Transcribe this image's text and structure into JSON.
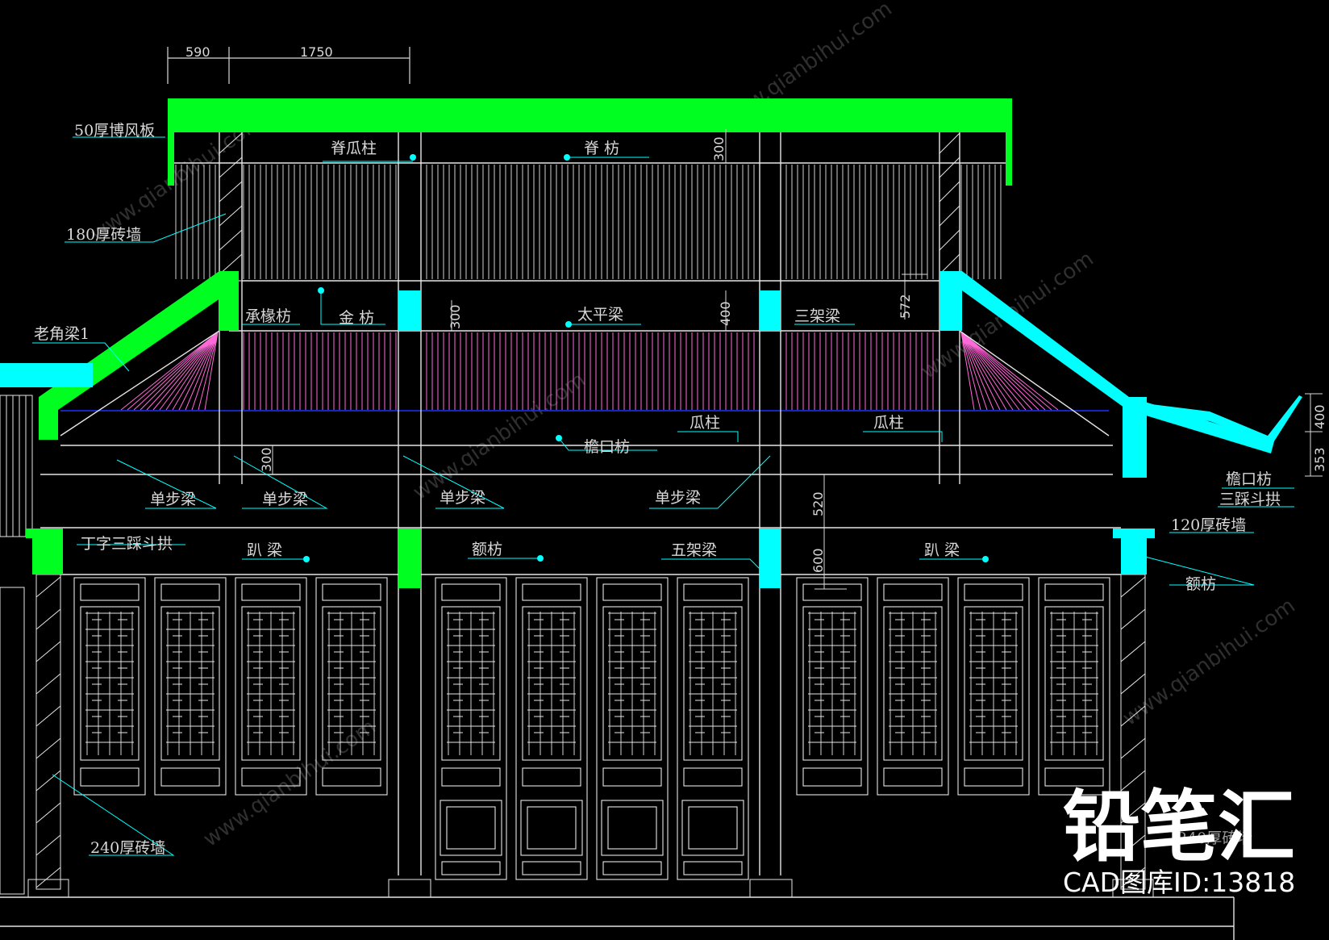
{
  "dimensions": {
    "d590": "590",
    "d1750": "1750",
    "d300a": "300",
    "d300b": "300",
    "d300c": "300",
    "d400a": "400",
    "d572": "572",
    "d520": "520",
    "d600": "600",
    "d400b": "400",
    "d353": "353"
  },
  "labels": {
    "bofengban": "50厚博风板",
    "wall180": "180厚砖墙",
    "laojiaoliang": "老角梁1",
    "jiguazhu": "脊瓜柱",
    "jifang": "脊 枋",
    "chengchuanfang": "承椽枋",
    "jinfang": "金 枋",
    "taipingliang": "太平梁",
    "sanjialiang": "三架梁",
    "guazhu1": "瓜柱",
    "guazhu2": "瓜柱",
    "yankoufang_mid": "檐口枋",
    "danbu1": "单步梁",
    "danbu2": "单步梁",
    "danbu3": "单步梁",
    "danbu4": "单步梁",
    "dingzi": "丁字三踩斗拱",
    "paliang1": "趴 梁",
    "efang_mid": "额枋",
    "wujialiang": "五架梁",
    "paliang2": "趴 梁",
    "yankoufang_r": "檐口枋",
    "sancai_r": "三踩斗拱",
    "wall120": "120厚砖墙",
    "efang_r": "额枋",
    "wall240": "240厚砖墙",
    "wall240_r": "240厚砖墙"
  },
  "watermark": {
    "brand": "铅笔汇",
    "id": "CAD图库ID:13818",
    "url": "www.qianbihui.com"
  },
  "colors": {
    "green": "#00ff21",
    "cyan": "#00ffff",
    "line": "#e6e6e6",
    "magenta": "#ff6ad8",
    "blue": "#2030ff"
  }
}
